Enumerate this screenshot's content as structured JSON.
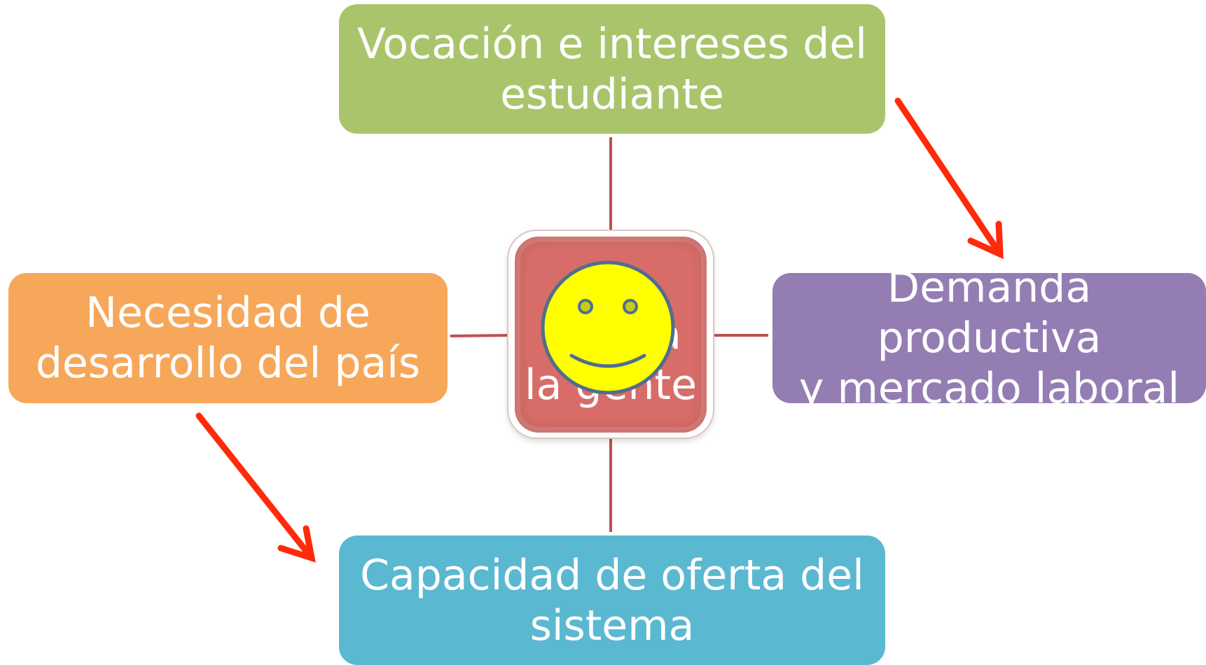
{
  "boxes": {
    "top": {
      "line1": "Vocación e intereses del",
      "line2": "estudiante"
    },
    "left": {
      "line1": "Necesidad de",
      "line2": "desarrollo del país"
    },
    "right": {
      "line1": "Demanda productiva",
      "line2": "y mercado laboral"
    },
    "bottom": {
      "line1": "Capacidad de oferta del",
      "line2": "sistema"
    }
  },
  "center": {
    "line1": "a",
    "line2": "la gente",
    "icon": "smiley-face-icon"
  },
  "colors": {
    "top": "#a9c56c",
    "left": "#f7a75a",
    "right": "#947db3",
    "bottom": "#5bb8d1",
    "center": "#d76c68",
    "connector": "#c0504d",
    "arrow": "#ff2a0a",
    "smiley": "#ffff00"
  }
}
